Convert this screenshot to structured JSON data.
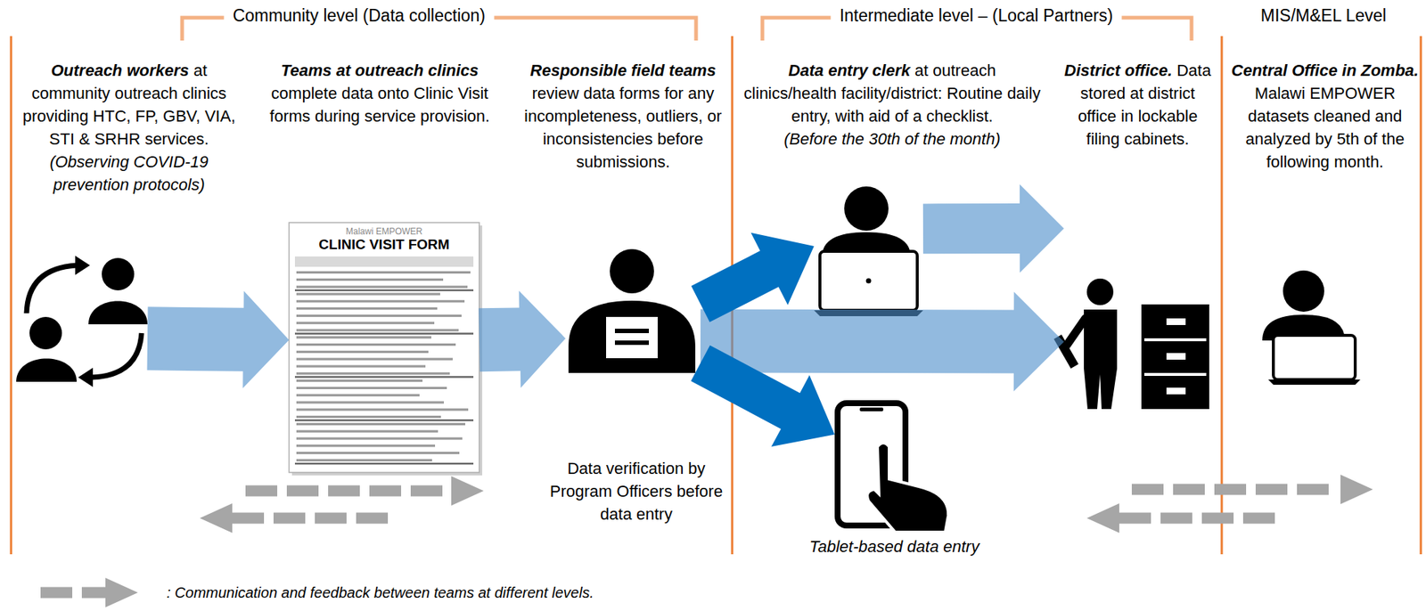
{
  "diagram": {
    "nodes": [
      {
        "text": [
          "Community level (Data collection)"
        ]
      },
      {
        "text": [
          "Outreach workers",
          "at community outreach clinics providing HTC, FP, GBV, VIA, STI & SRHR services.",
          "(Observing COVID-19 prevention protocols)"
        ],
        "in": 0
      },
      {
        "text": [
          "Teams at outreach clinics",
          "complete data onto Clinic Visit forms during service provision."
        ],
        "in": 0
      },
      {
        "text": [
          "Responsible field teams",
          "review data forms for any incompleteness, outliers, or inconsistencies before submissions."
        ],
        "in": 0
      },
      {
        "text": [
          "Intermediate level – (Local Partners)"
        ]
      },
      {
        "text": [
          "Data entry clerk",
          "at outreach clinics/health facility/district: Routine daily entry, with aid of a checklist.",
          "(Before the 30th of the month)"
        ],
        "in": 4
      },
      {
        "text": [
          "District office.",
          "Data stored at district office in lockable filing cabinets."
        ],
        "in": 4
      },
      {
        "text": [
          "Tablet-based data entry"
        ],
        "in": 4
      },
      {
        "text": [
          "MIS/M&EL Level"
        ]
      },
      {
        "text": [
          "Central Office in Zomba.",
          "Malawi EMPOWER datasets cleaned and analyzed by 5th of the following month."
        ],
        "in": 8
      }
    ],
    "edges": [
      {
        "from": 1,
        "to": 2,
        "arrow": "to"
      },
      {
        "from": 2,
        "to": 3,
        "arrow": "to"
      },
      {
        "from": 3,
        "to": 6,
        "arrow": "to"
      },
      {
        "from": 3,
        "to": 5,
        "arrow": "to"
      },
      {
        "from": 3,
        "to": 7,
        "arrow": "to"
      },
      {
        "from": 5,
        "to": 6,
        "arrow": "to"
      }
    ],
    "labels": [
      "Malawi EMPOWER",
      "CLINIC VISIT FORM",
      "Data verification by Program Officers before data entry"
    ],
    "legend": [
      {
        "text": ": Communication and feedback between teams at different levels."
      }
    ]
  }
}
